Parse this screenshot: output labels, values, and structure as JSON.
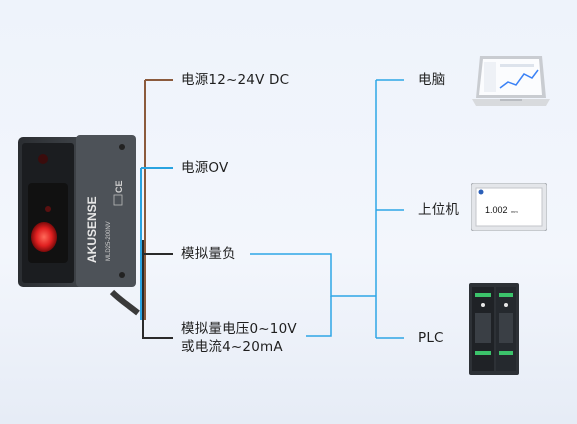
{
  "inputs": {
    "power_dc": "电源12~24V DC",
    "power_0v": "电源OV",
    "analog_negative": "模拟量负",
    "analog_output_line1": "模拟量电压0~10V",
    "analog_output_line2": "或电流4~20mA"
  },
  "outputs": {
    "computer": "电脑",
    "host": "上位机",
    "plc": "PLC"
  },
  "sensor": {
    "brand": "AKUSENSE",
    "model": "MLD25-200NV",
    "ce_mark": "CE"
  },
  "hmi_screen": {
    "value": "1.002",
    "unit": "mm"
  },
  "colors": {
    "brown_wire": "#8b5a3c",
    "blue_wire": "#29a3e0",
    "black_wire": "#2a2a2a",
    "connector_lines": "#2ea6e6"
  }
}
